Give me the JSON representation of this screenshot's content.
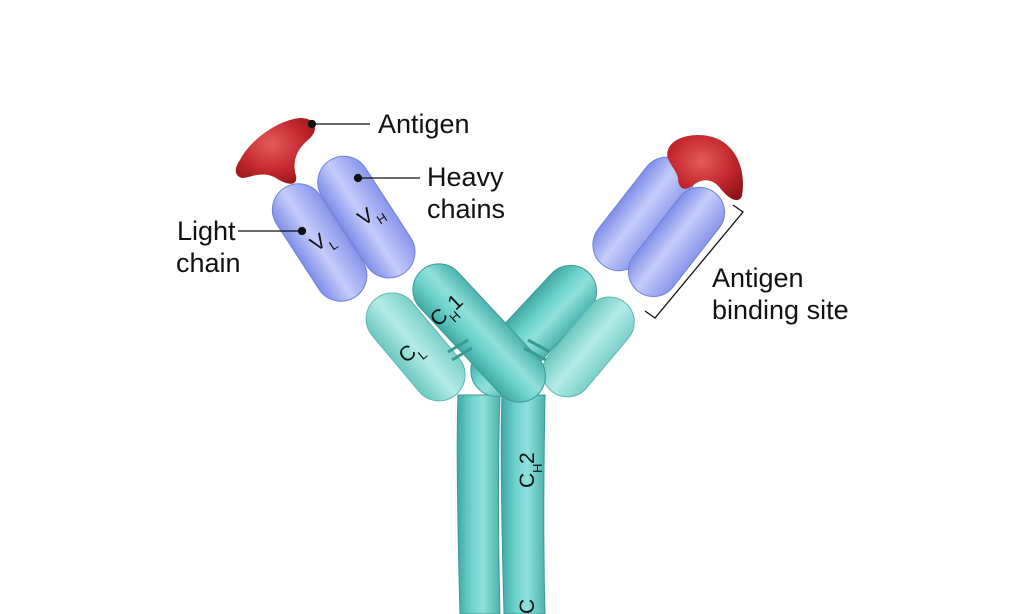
{
  "colors": {
    "background": "#ffffff",
    "heavy_constant": "#5cc4c0",
    "light_constant": "#8fd9d3",
    "variable_domain": "#9aa7f0",
    "antigen": "#c2272d",
    "label_text": "#111111"
  },
  "labels": {
    "antigen": "Antigen",
    "heavy_line1": "Heavy",
    "heavy_line2": "chains",
    "light_line1": "Light",
    "light_line2": "chain",
    "binding_line1": "Antigen",
    "binding_line2": "binding site"
  },
  "domains": {
    "vh_main": "V",
    "vh_sub": "H",
    "vl_main": "V",
    "vl_sub": "L",
    "ch1_main": "C",
    "ch1_sub": "H",
    "ch1_num": "1",
    "cl_main": "C",
    "cl_sub": "L",
    "ch2_main": "C",
    "ch2_sub": "H",
    "ch2_num": "2",
    "ch3_main": "C"
  }
}
